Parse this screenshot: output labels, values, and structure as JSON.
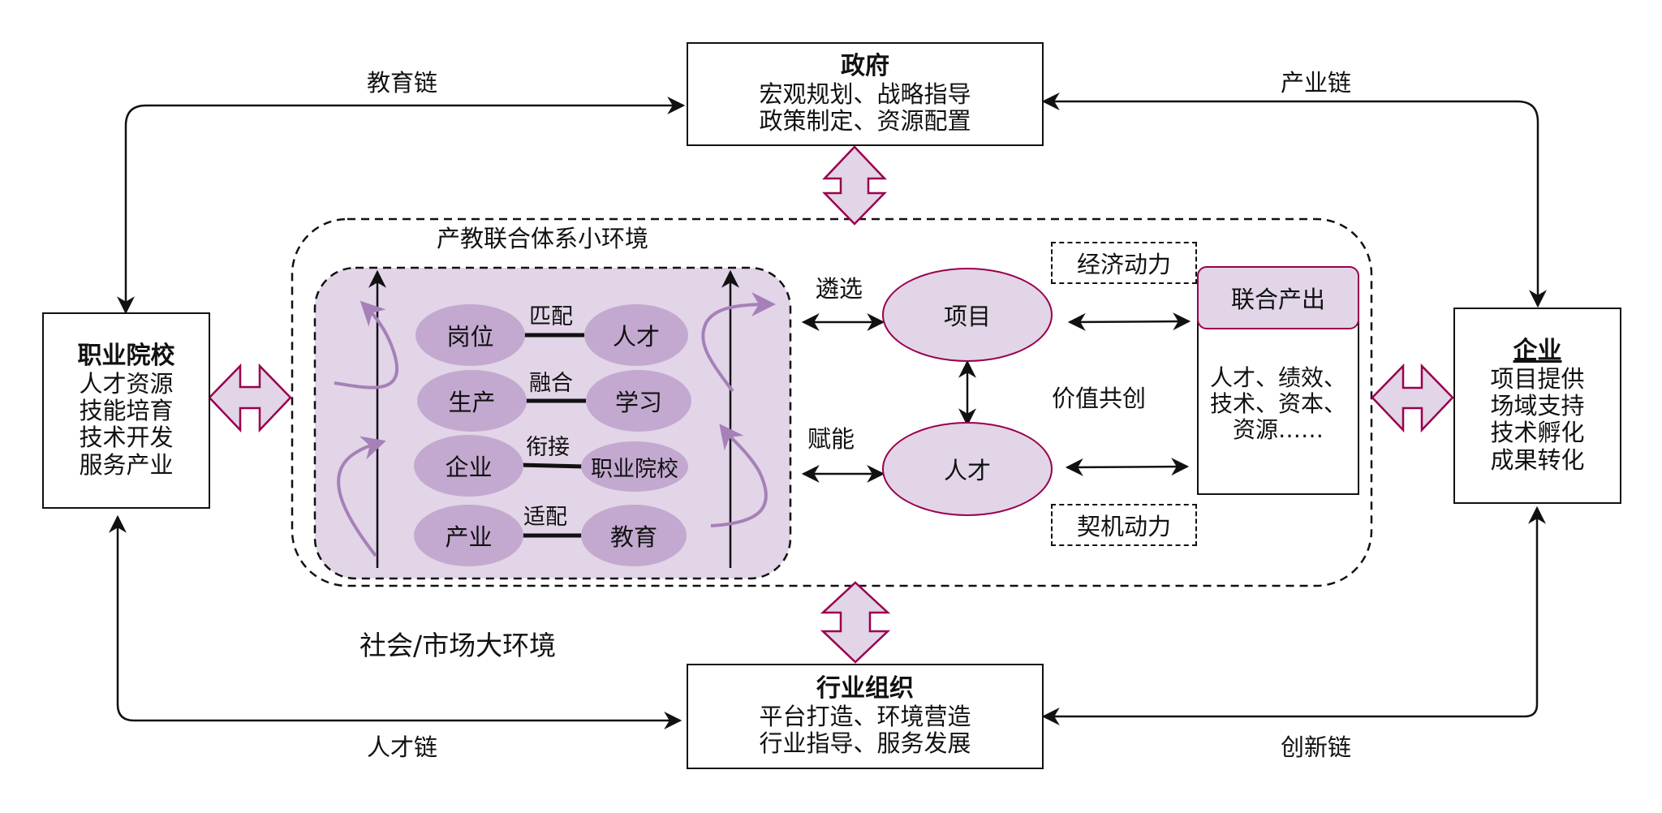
{
  "colors": {
    "accent_stroke": "#99004d",
    "accent_fill": "#e1d5e7",
    "inner_panel_fill": "#e1d5e7",
    "ellipse_fill": "#c3a9d0",
    "curved_arrow": "#a680b8",
    "line": "#111111"
  },
  "government": {
    "title": "政府",
    "lines": [
      "宏观规划、战略指导",
      "政策制定、资源配置"
    ]
  },
  "vocational_school": {
    "title": "职业院校",
    "lines": [
      "人才资源",
      "技能培育",
      "技术开发",
      "服务产业"
    ]
  },
  "enterprise": {
    "title": "企业",
    "lines": [
      "项目提供",
      "场域支持",
      "技术孵化",
      "成果转化"
    ]
  },
  "industry_org": {
    "title": "行业组织",
    "lines": [
      "平台打造、环境营造",
      "行业指导、服务发展"
    ]
  },
  "chains": {
    "education": "教育链",
    "industry": "产业链",
    "talent": "人才链",
    "innovation": "创新链"
  },
  "environments": {
    "small": "产教联合体系小环境",
    "large": "社会/市场大环境"
  },
  "pairs": [
    {
      "left": "岗位",
      "relation": "匹配",
      "right": "人才"
    },
    {
      "left": "生产",
      "relation": "融合",
      "right": "学习"
    },
    {
      "left": "企业",
      "relation": "衔接",
      "right": "职业院校"
    },
    {
      "left": "产业",
      "relation": "适配",
      "right": "教育"
    }
  ],
  "core": {
    "project": "项目",
    "talent": "人才",
    "select_label": "遴选",
    "empower_label": "赋能",
    "value_label": "价值共创",
    "economic_driver": "经济动力",
    "opportunity_driver": "契机动力"
  },
  "joint_output": {
    "title": "联合产出",
    "lines": [
      "人才、绩效、",
      "技术、资本、",
      "资源……"
    ]
  }
}
